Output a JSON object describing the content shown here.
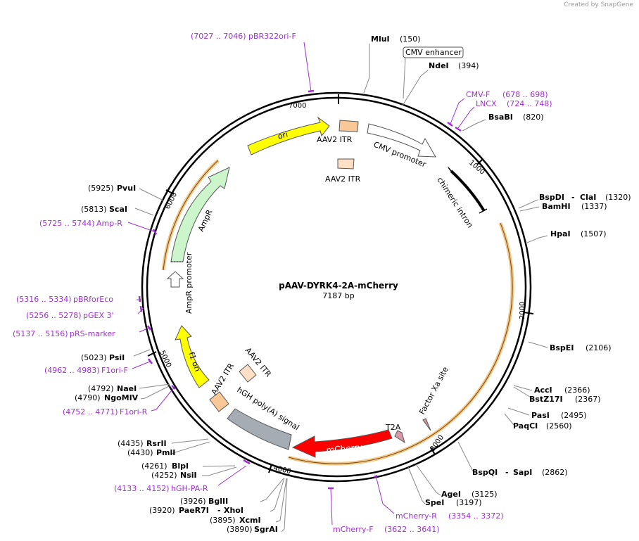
{
  "credit": {
    "prefix": "Created by",
    "brand": "SnapGene"
  },
  "plasmid": {
    "name": "pAAV-DYRK4-2A-mCherry",
    "size_label": "7187 bp",
    "length": 7187
  },
  "ticks": [
    "1000",
    "2000",
    "3000",
    "4000",
    "5000",
    "6000",
    "7000"
  ],
  "enzymes": [
    {
      "name": "MluI",
      "pos": "(150)"
    },
    {
      "name": "NdeI",
      "pos": "(394)"
    },
    {
      "name": "BsaBI",
      "pos": "(820)"
    },
    {
      "name": "BspDI",
      "sep": "-",
      "name2": "ClaI",
      "pos": "(1320)"
    },
    {
      "name": "BamHI",
      "pos": "(1337)"
    },
    {
      "name": "HpaI",
      "pos": "(1507)"
    },
    {
      "name": "BspEI",
      "pos": "(2106)"
    },
    {
      "name": "AccI",
      "pos": "(2366)"
    },
    {
      "name": "BstZ17I",
      "pos": "(2367)"
    },
    {
      "name": "PasI",
      "pos": "(2495)"
    },
    {
      "name": "PaqCI",
      "pos": "(2560)"
    },
    {
      "name": "BspQI",
      "sep": "-",
      "name2": "SapI",
      "pos": "(2862)"
    },
    {
      "name": "AgeI",
      "pos": "(3125)"
    },
    {
      "name": "SpeI",
      "pos": "(3197)"
    },
    {
      "name": "SgrAI",
      "pos": "(3890)"
    },
    {
      "name": "XcmI",
      "pos": "(3895)"
    },
    {
      "name": "PaeR7I",
      "sep": "-",
      "name2": "XhoI",
      "pos": "(3920)"
    },
    {
      "name": "BglII",
      "pos": "(3926)"
    },
    {
      "name": "NsiI",
      "pos": "(4252)"
    },
    {
      "name": "BlpI",
      "pos": "(4261)"
    },
    {
      "name": "PmlI",
      "pos": "(4430)"
    },
    {
      "name": "RsrII",
      "pos": "(4435)"
    },
    {
      "name": "NgoMIV",
      "pos": "(4790)"
    },
    {
      "name": "NaeI",
      "pos": "(4792)"
    },
    {
      "name": "PsiI",
      "pos": "(5023)"
    },
    {
      "name": "ScaI",
      "pos": "(5813)"
    },
    {
      "name": "PvuI",
      "pos": "(5925)"
    }
  ],
  "primers": [
    {
      "range": "(7027 .. 7046)",
      "name": "pBR322ori-F"
    },
    {
      "range": "(678 .. 698)",
      "name": "CMV-F"
    },
    {
      "range": "(724 .. 748)",
      "name": "LNCX"
    },
    {
      "range": "(3354 .. 3372)",
      "name": "mCherry-R"
    },
    {
      "range": "(3622 .. 3641)",
      "name": "mCherry-F"
    },
    {
      "range": "(4133 .. 4152)",
      "name": "hGH-PA-R"
    },
    {
      "range": "(4752 .. 4771)",
      "name": "F1ori-R"
    },
    {
      "range": "(4962 .. 4983)",
      "name": "F1ori-F"
    },
    {
      "range": "(5137 .. 5156)",
      "name": "pRS-marker"
    },
    {
      "range": "(5256 .. 5278)",
      "name": "pGEX 3'"
    },
    {
      "range": "(5316 .. 5334)",
      "name": "pBRforEco"
    },
    {
      "range": "(5725 .. 5744)",
      "name": "Amp-R"
    }
  ],
  "features": {
    "ori": "ori",
    "aav2_itr_top": "AAV2 ITR",
    "aav2_itr_top2": "AAV2 ITR",
    "cmv_enhancer": "CMV enhancer",
    "cmv_promoter": "CMV promoter",
    "chimeric_intron": "chimeric intron",
    "ampr": "AmpR",
    "ampr_promoter": "AmpR promoter",
    "f1_ori": "f1 ori",
    "aav2_itr_bottom": "AAV2 ITR",
    "aav2_itr_bottom2": "AAV2 ITR",
    "hgh_polya": "hGH poly(A) signal",
    "mcherry": "mCherry",
    "t2a": "T2A",
    "factor_xa": "Factor Xa site"
  },
  "colors": {
    "ori": "#ffff00",
    "itr": "#f9c896",
    "itr_light": "#fde0c5",
    "ampr": "#ccf5cc",
    "mcherry": "#ff0000",
    "hgh": "#a6acb3",
    "t2a": "#d89aa8",
    "primer": "#a02fd1",
    "highlight": "#f5c684"
  }
}
